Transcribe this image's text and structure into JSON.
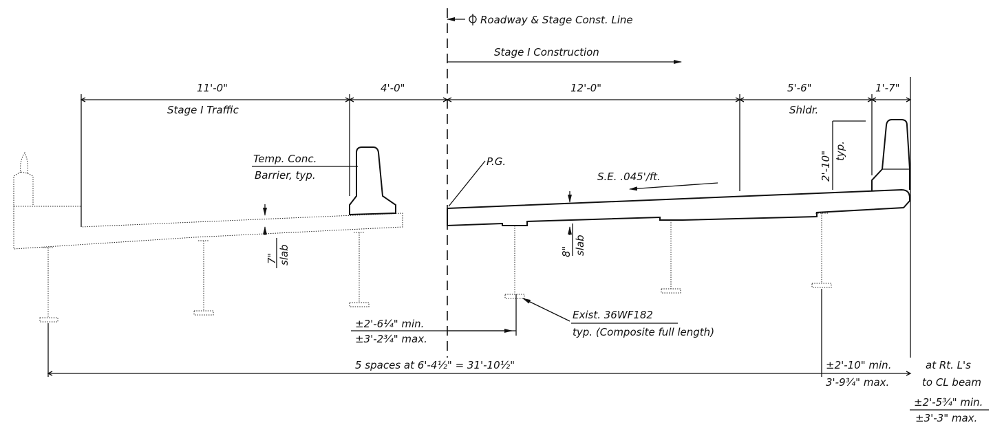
{
  "labels": {
    "cl_roadway": "Roadway & Stage Const. Line",
    "stage_construction": "Stage I Construction",
    "dim_11": "11'-0\"",
    "stage_traffic": "Stage I Traffic",
    "dim_4": "4'-0\"",
    "dim_12": "12'-0\"",
    "dim_5_6": "5'-6\"",
    "shldr": "Shldr.",
    "dim_1_7": "1'-7\"",
    "temp_conc": "Temp. Conc.",
    "barrier_typ": "Barrier, typ.",
    "pg": "P.G.",
    "se": "S.E. .045'/ft.",
    "barrier_height": "2'-10\"",
    "barrier_height_typ": "typ.",
    "slab7_dim": "7\"",
    "slab7_word": "slab",
    "slab8_dim": "8\"",
    "slab8_word": "slab",
    "offset_min": "±2'-6¼\" min.",
    "offset_max": "±3'-2¾\" max.",
    "beam_note_1": "Exist. 36WF182",
    "beam_note_2": "typ. (Composite full length)",
    "spaces": "5 spaces at 6'-4½\" = 31'-10½\"",
    "right_min": "±2'-10\" min.",
    "right_max": "3'-9¾\" max.",
    "rt_angles_1": "at Rt. L's",
    "rt_angles_2": "to CL beam",
    "far_min": "±2'-5¾\" min.",
    "far_max": "±3'-3\" max."
  }
}
